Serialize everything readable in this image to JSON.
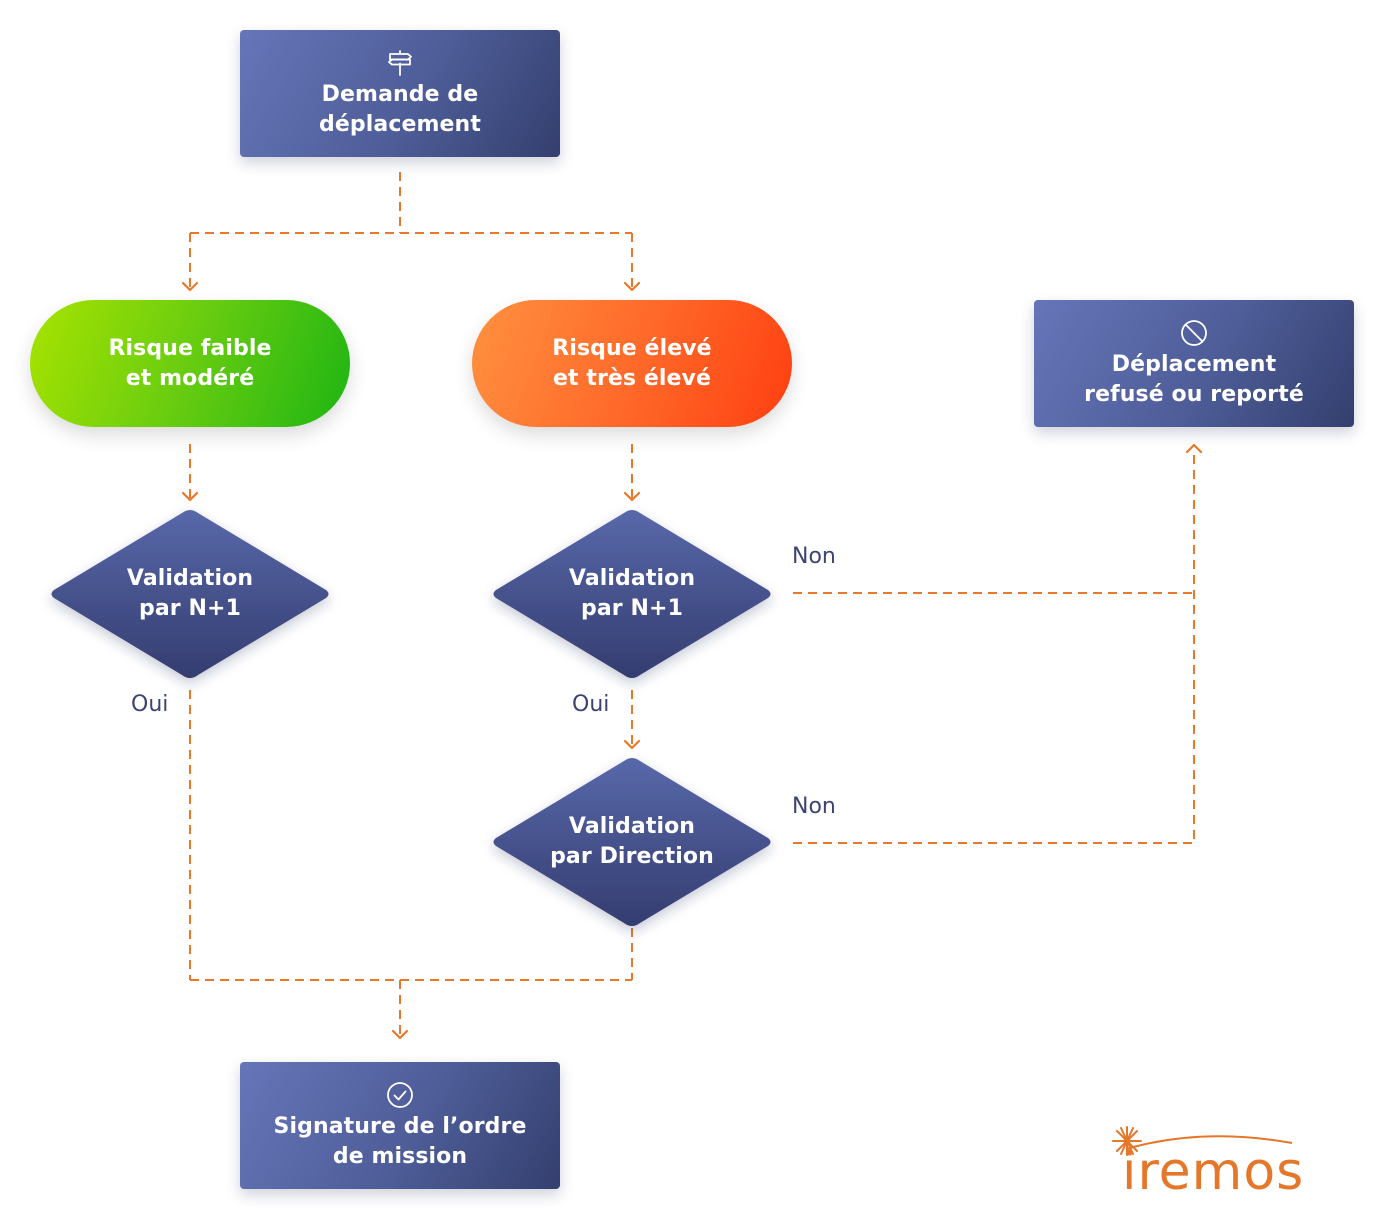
{
  "nodes": {
    "demande": {
      "label": "Demande de\ndéplacement",
      "icon": "signpost-icon"
    },
    "risque_faible": {
      "label": "Risque faible\net modéré"
    },
    "risque_eleve": {
      "label": "Risque élevé\net très élevé"
    },
    "refuse": {
      "label": "Déplacement\nrefusé ou reporté",
      "icon": "prohibited-icon"
    },
    "validation_n1_left": {
      "label": "Validation\npar N+1"
    },
    "validation_n1_right": {
      "label": "Validation\npar N+1"
    },
    "validation_direction": {
      "label": "Validation\npar Direction"
    },
    "signature": {
      "label": "Signature de l’ordre\nde mission",
      "icon": "check-circle-icon"
    }
  },
  "edge_labels": {
    "non_1": "Non",
    "non_2": "Non",
    "oui_left": "Oui",
    "oui_right": "Oui"
  },
  "logo": {
    "text": "iremos",
    "icon": "star-burst-icon"
  },
  "colors": {
    "node_gradient_start": "#6675b8",
    "node_gradient_end": "#343f6e",
    "diamond_top": "#5565a6",
    "diamond_bottom": "#363f73",
    "connector": "#e8782a",
    "green_start": "#a8e300",
    "green_end": "#1eb513",
    "orange_start": "#ff9140",
    "orange_end": "#ff3f10",
    "label_text": "#3d4470",
    "logo": "#e4772a"
  }
}
